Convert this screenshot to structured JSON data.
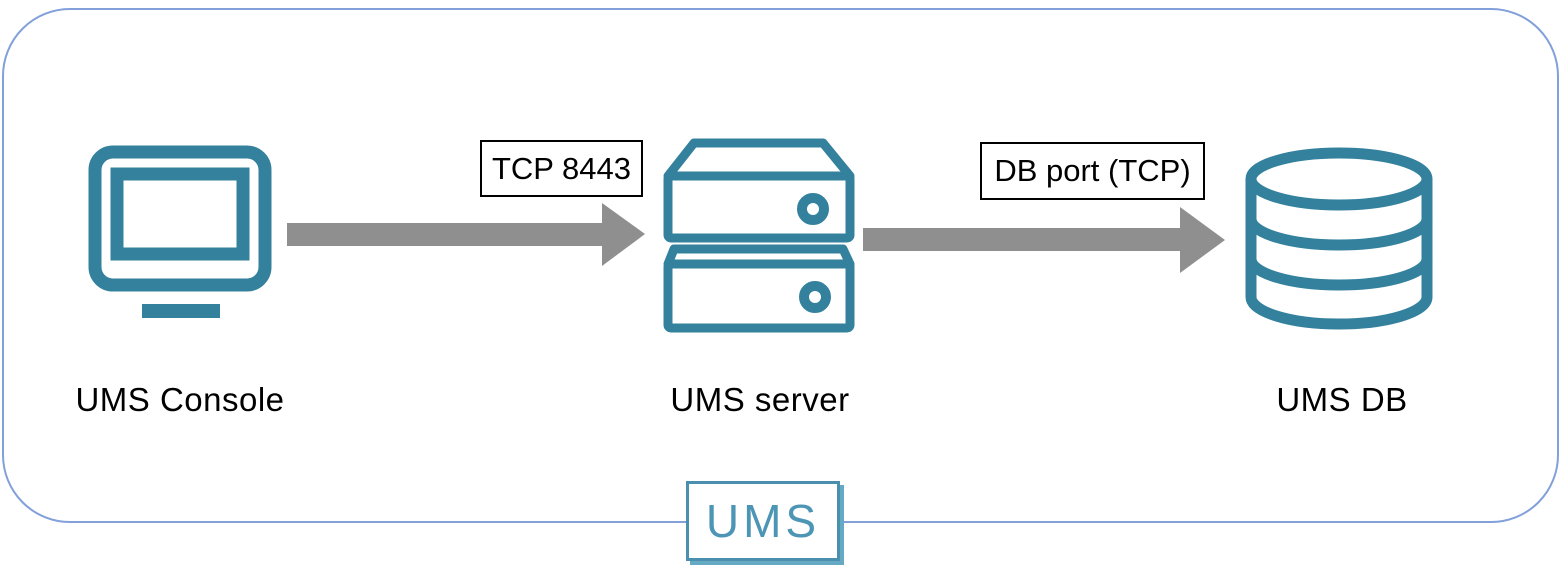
{
  "diagram": {
    "nodes": [
      {
        "id": "ums-console",
        "label": "UMS Console",
        "icon": "monitor-icon"
      },
      {
        "id": "ums-server",
        "label": "UMS server",
        "icon": "server-icon"
      },
      {
        "id": "ums-db",
        "label": "UMS DB",
        "icon": "database-icon"
      }
    ],
    "connections": [
      {
        "from": "ums-console",
        "to": "ums-server",
        "label": "TCP 8443"
      },
      {
        "from": "ums-server",
        "to": "ums-db",
        "label": "DB port (TCP)"
      }
    ],
    "group_label": "UMS",
    "colors": {
      "icon_teal": "#34819e",
      "arrow_gray": "#8f8f8f",
      "frame_blue": "#82a0da",
      "port_label_border": "#000000",
      "logo_teal": "#4d95b5",
      "logo_border": "#4a8fae"
    }
  }
}
